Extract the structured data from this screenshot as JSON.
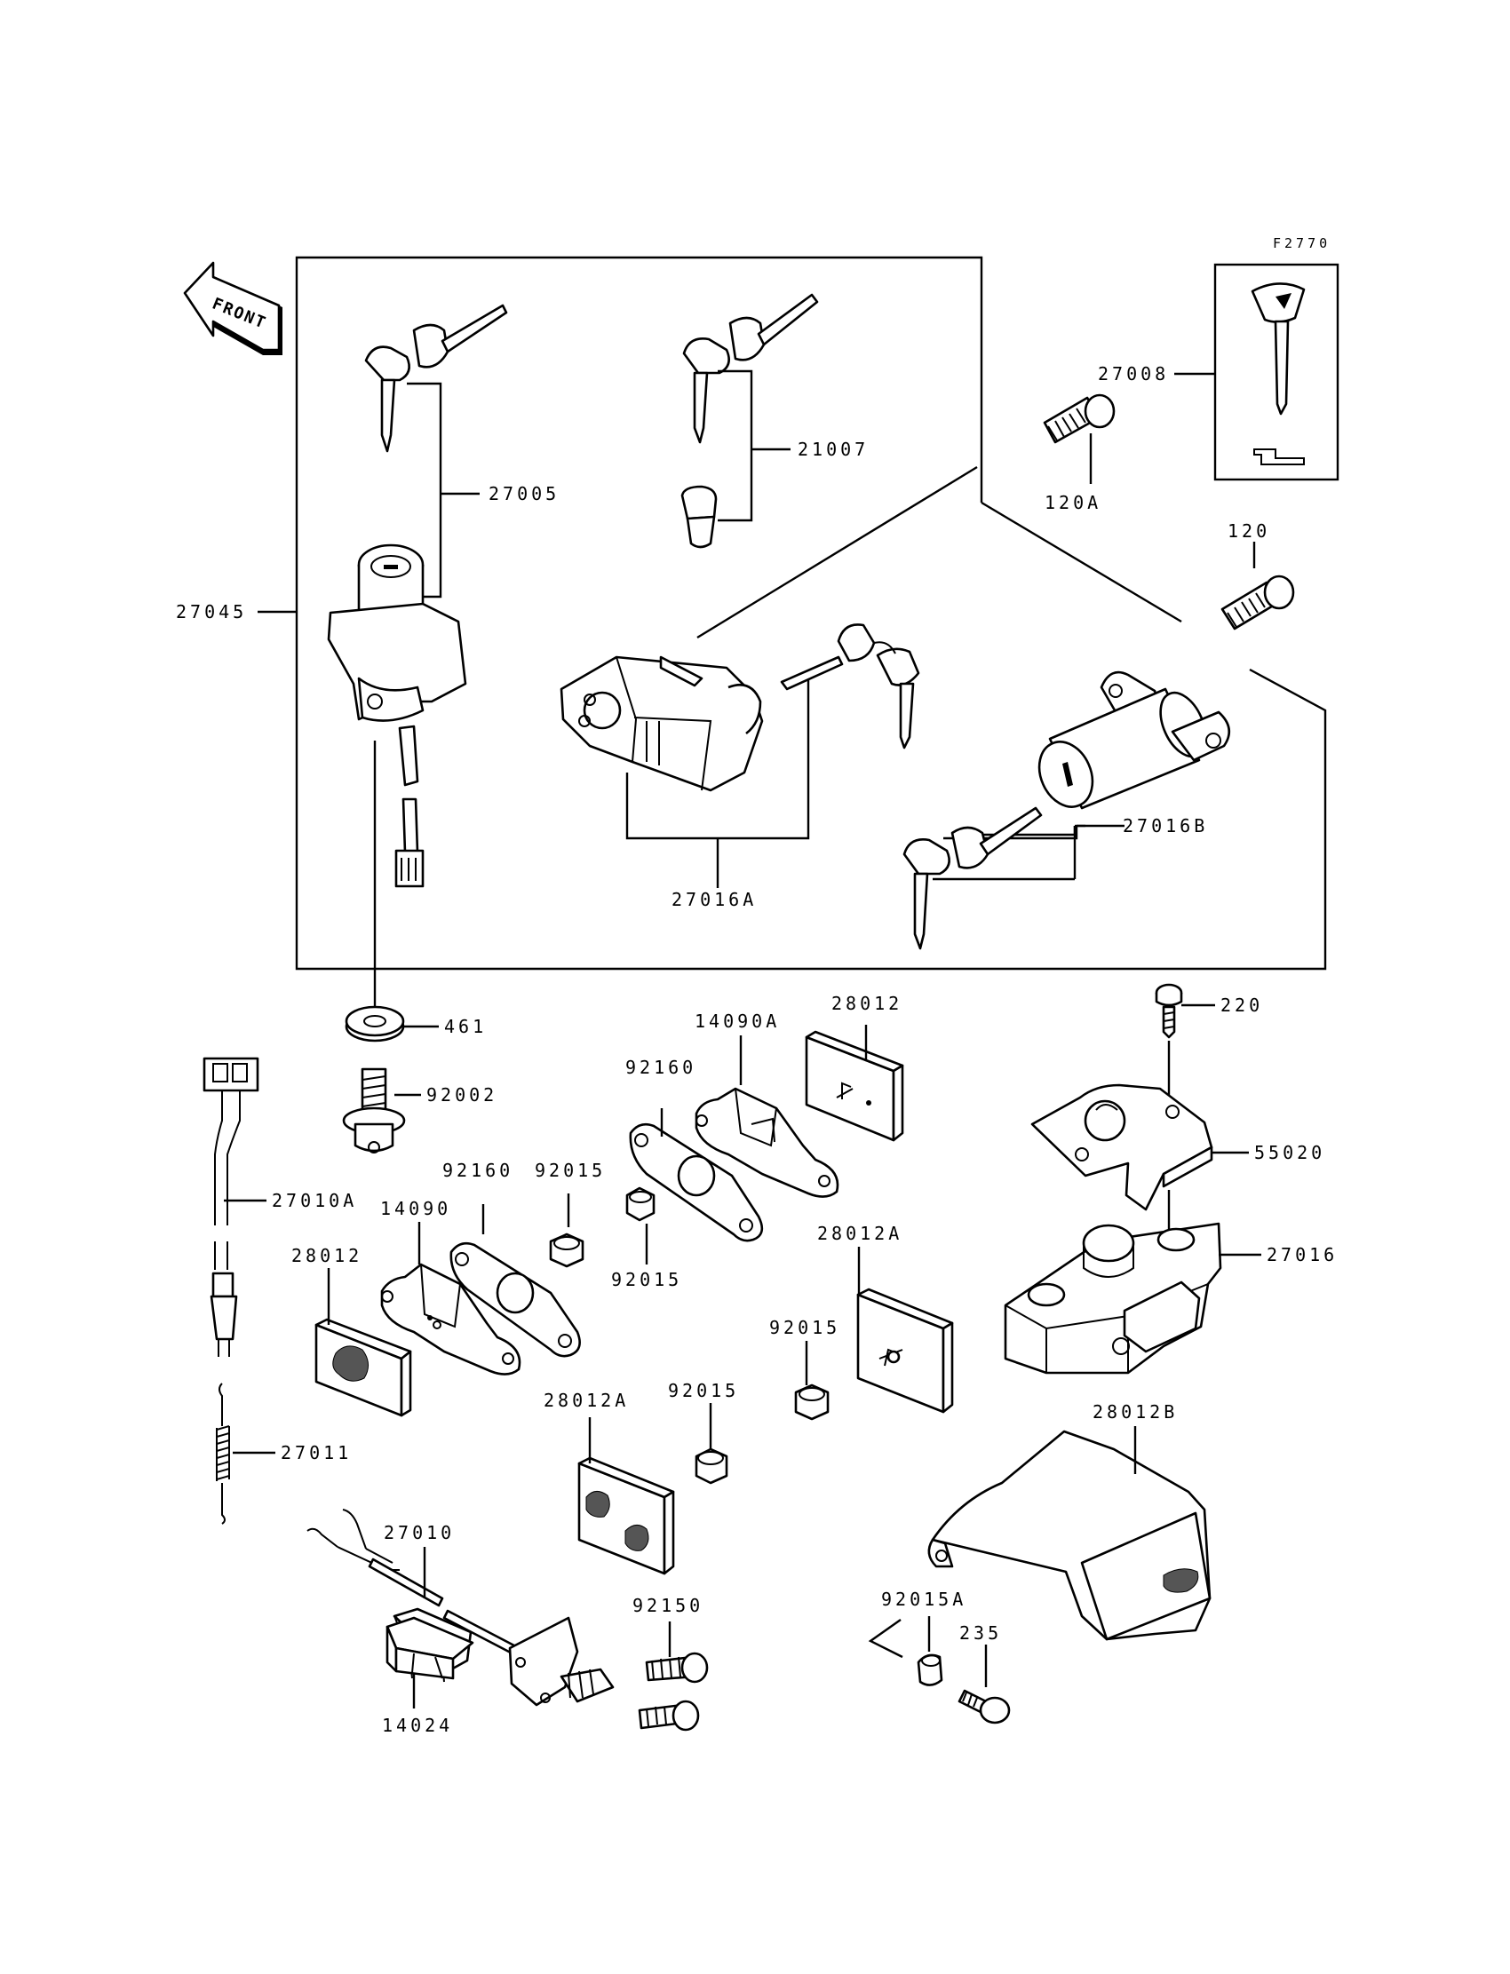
{
  "figure_code": "F2770",
  "front_arrow_text": "FRONT",
  "part_labels": {
    "p27008": "27008",
    "p21007": "21007",
    "p27005": "27005",
    "p27045": "27045",
    "p120A": "120A",
    "p120": "120",
    "p27016B": "27016B",
    "p27016A": "27016A",
    "p461": "461",
    "p220": "220",
    "p14090A": "14090A",
    "p28012_top": "28012",
    "p92160_top": "92160",
    "p92002": "92002",
    "p55020": "55020",
    "p27010A": "27010A",
    "p92160_mid": "92160",
    "p92015_a": "92015",
    "p14090": "14090",
    "p27016": "27016",
    "p28012_left": "28012",
    "p92015_b": "92015",
    "p28012A_right": "28012A",
    "p92015_c": "92015",
    "p27011": "27011",
    "p28012A_mid": "28012A",
    "p92015_d": "92015",
    "p28012B": "28012B",
    "p27010": "27010",
    "p92150": "92150",
    "p92015A": "92015A",
    "p235": "235",
    "p14024": "14024"
  },
  "colors": {
    "ink": "#000000",
    "paper": "#ffffff"
  }
}
